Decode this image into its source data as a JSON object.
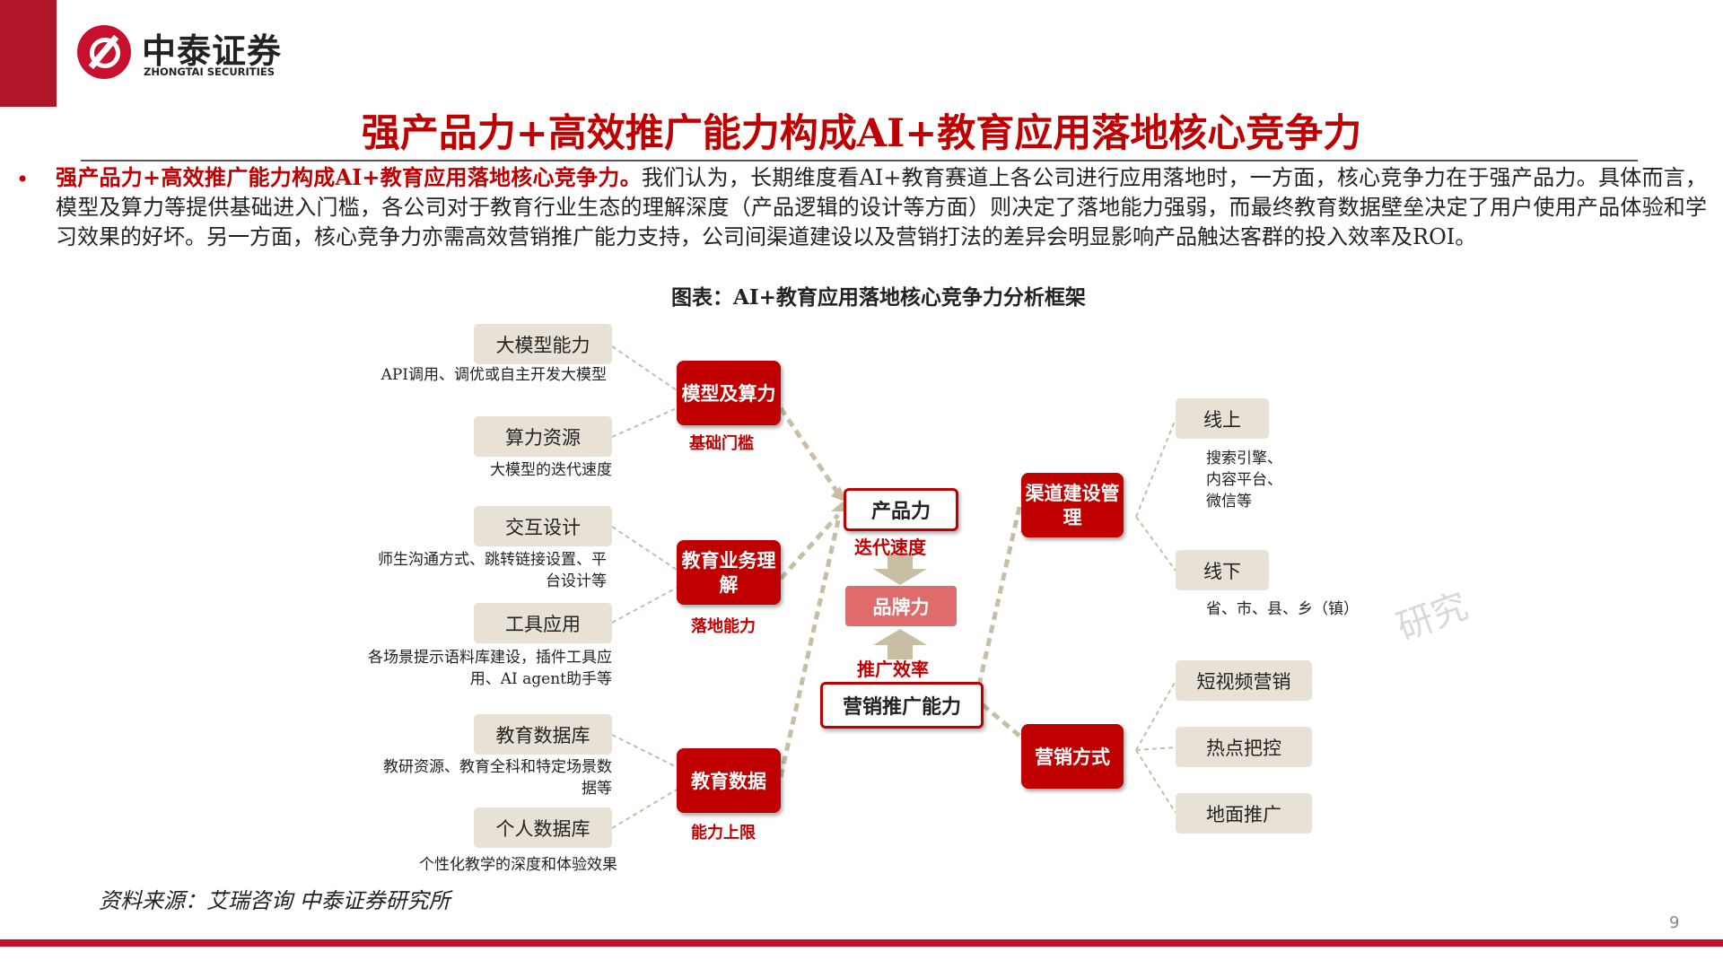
{
  "header": {
    "logo_cn": "中泰证券",
    "logo_en": "ZHONGTAI SECURITIES",
    "title": "强产品力+高效推广能力构成AI+教育应用落地核心竞争力"
  },
  "body": {
    "bullet": "•",
    "lead": "强产品力+高效推广能力构成AI+教育应用落地核心竞争力。",
    "text": "我们认为，长期维度看AI+教育赛道上各公司进行应用落地时，一方面，核心竞争力在于强产品力。具体而言，模型及算力等提供基础进入门槛，各公司对于教育行业生态的理解深度（产品逻辑的设计等方面）则决定了落地能力强弱，而最终教育数据壁垒决定了用户使用产品体验和学习效果的好坏。另一方面，核心竞争力亦需高效营销推广能力支持，公司间渠道建设以及营销打法的差异会明显影响产品触达客群的投入效率及ROI。"
  },
  "figure": {
    "caption": "图表：AI+教育应用落地核心竞争力分析框架",
    "left_items": [
      {
        "label": "大模型能力",
        "desc": "API调用、调优或自主开发大模型"
      },
      {
        "label": "算力资源",
        "desc": "大模型的迭代速度"
      },
      {
        "label": "交互设计",
        "desc": "师生沟通方式、跳转链接设置、平台设计等"
      },
      {
        "label": "工具应用",
        "desc": "各场景提示语料库建设，插件工具应用、AI agent助手等"
      },
      {
        "label": "教育数据库",
        "desc": "教研资源、教育全科和特定场景数据等"
      },
      {
        "label": "个人数据库",
        "desc": "个性化教学的深度和体验效果"
      }
    ],
    "mid_boxes": [
      {
        "label": "模型及算力",
        "sub": "基础门槛"
      },
      {
        "label": "教育业务理解",
        "sub": "落地能力"
      },
      {
        "label": "教育数据",
        "sub": "能力上限"
      }
    ],
    "center": {
      "product": "产品力",
      "product_sub": "迭代速度",
      "brand": "品牌力",
      "marketing_sub": "推广效率",
      "marketing": "营销推广能力"
    },
    "right_boxes": [
      {
        "label": "渠道建设管理"
      },
      {
        "label": "营销方式"
      }
    ],
    "right_items": {
      "online": "线上",
      "online_desc": "搜索引擎、内容平台、微信等",
      "offline": "线下",
      "offline_desc": "省、市、县、乡（镇）",
      "short_video": "短视频营销",
      "hot_topic": "热点把控",
      "ground": "地面推广"
    },
    "watermark": "研究"
  },
  "footer": {
    "source": "资料来源：艾瑞咨询 中泰证券研究所",
    "page": "9"
  },
  "colors": {
    "brand_red": "#c00000",
    "pill_bg": "#e8e2d6",
    "brand_pink": "#e06b6b",
    "connector": "#c8bea4"
  }
}
